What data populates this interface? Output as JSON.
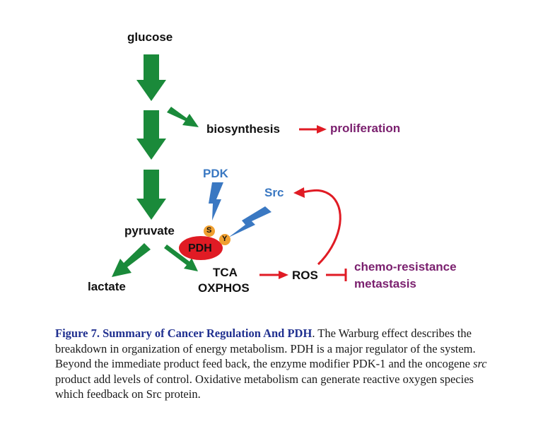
{
  "diagram": {
    "nodes": {
      "glucose": "glucose",
      "biosynthesis": "biosynthesis",
      "proliferation": "proliferation",
      "pdk": "PDK",
      "src": "Src",
      "pyruvate": "pyruvate",
      "pdh": "PDH",
      "site_s": "S",
      "site_y": "Y",
      "lactate": "lactate",
      "tca": "TCA",
      "oxphos": "OXPHOS",
      "ros": "ROS",
      "chemo_resistance": "chemo-resistance",
      "metastasis": "metastasis"
    },
    "colors": {
      "green_arrow": "#1a8a3a",
      "red_arrow": "#e01b24",
      "pdh_ellipse": "#e01b24",
      "phospho_site": "#f0a030",
      "blue_bolt": "#3a78c2",
      "purple_text": "#7a1f6e"
    }
  },
  "caption": {
    "title": "Figure 7. Summary of Cancer Regulation And PDH",
    "text_1": ". The Warburg effect describes the breakdown in organization of energy metabolism. PDH is a major regulator of the system. Beyond the immediate product feed back, the enzyme modifier PDK-1 and the oncogene ",
    "text_italic": "src",
    "text_2": " product add levels of control. Oxidative metabolism can generate reactive oxygen species which feedback on Src protein."
  }
}
